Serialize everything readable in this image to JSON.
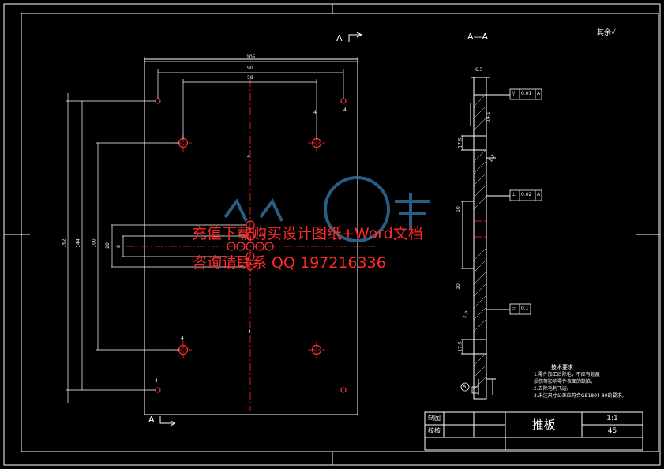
{
  "view_labels": {
    "section_top_left": "A",
    "section_bottom_left": "A",
    "section_view_title": "A—A",
    "roughness_note": "其余"
  },
  "plate_dimensions": {
    "width_overall": "105",
    "width_holes_outer": "90",
    "width_holes_inner": "58",
    "height_overall": "162",
    "height_holes_outer": "144",
    "height_holes_inner": "100",
    "height_center_band": "20",
    "height_center_small": "8"
  },
  "hole_labels": {
    "top_right_small": "4",
    "top_right_large": "4",
    "center": "4",
    "bottom_left_large": "4",
    "bottom_left_small": "4",
    "bottom_center": "4"
  },
  "section_view": {
    "thickness": "6.5",
    "tolerance_parallel": "0.01",
    "tolerance_perpendicular": "0.02",
    "tolerance_flatness": "0.1",
    "datum": "A",
    "dim_top": "14.1",
    "dim_upper": "17.5",
    "dim_mid_upper": "10",
    "dim_mid_lower": "10",
    "dim_lower": "17.5",
    "dim_gap": "1.7"
  },
  "tech_requirements": {
    "title": "技术要求",
    "items": [
      "1.零件加工后除毛，不应有划痕",
      "损伤等影响零件表面的缺陷。",
      "2.去除毛刺飞边。",
      "3.未注尺寸公差应符合GB1804-80的要求。"
    ]
  },
  "title_block": {
    "drawn_label": "制图",
    "checked_label": "校核",
    "part_name": "推板",
    "scale": "1:1",
    "material": "45"
  },
  "watermark": {
    "line1": "充值下载购买设计图纸+Word文档",
    "line2": "咨询请联系  QQ 1972163",
    "line2_tail": "36"
  },
  "colors": {
    "background": "#000000",
    "line": "#ffffff",
    "center_line": "#ff2a2a",
    "hole": "#ff3333",
    "watermark": "#ff2a2a",
    "logo": "#2f6f9a"
  }
}
